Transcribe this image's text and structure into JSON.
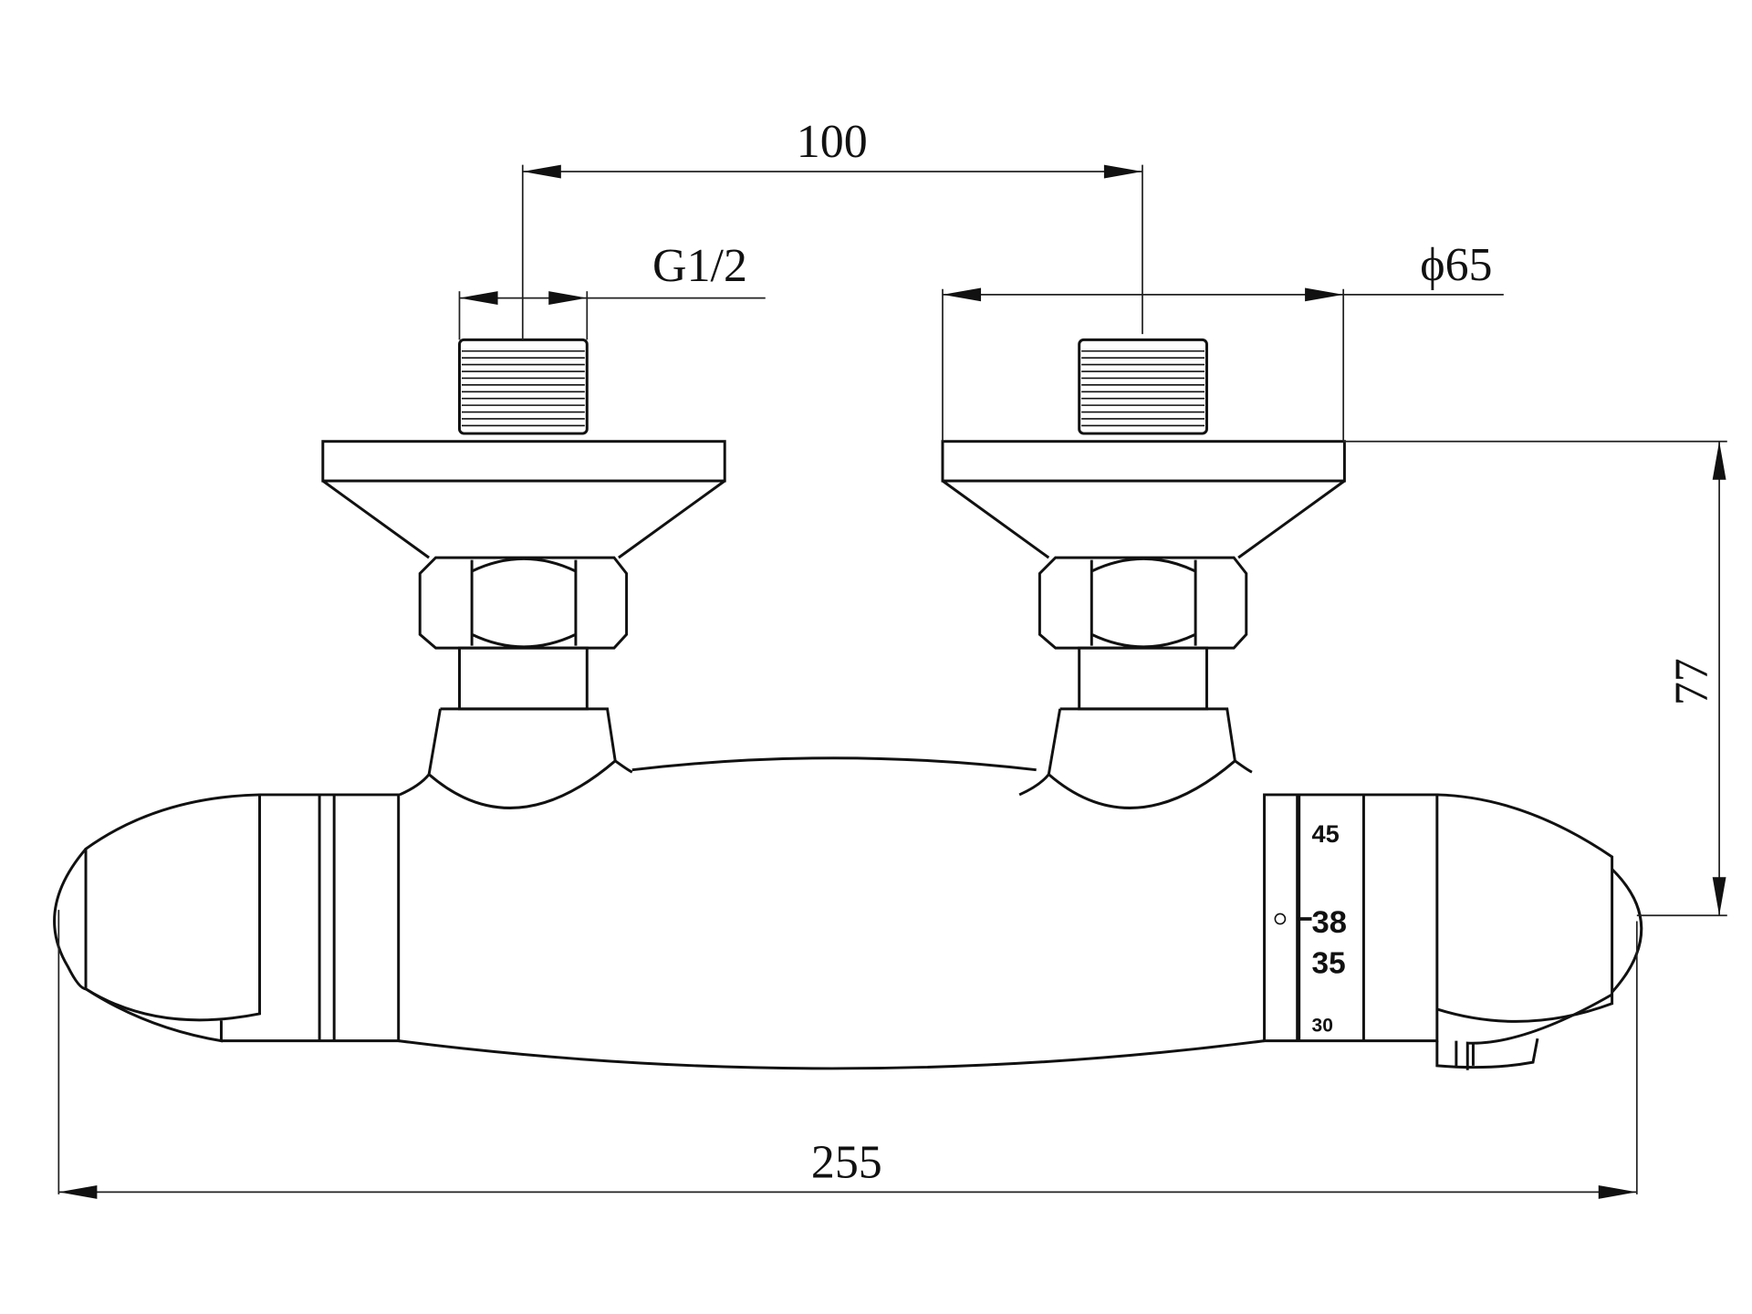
{
  "drawing": {
    "dimensions": {
      "inlet_spacing": "100",
      "thread_size": "G1/2",
      "flange_diameter": "ϕ65",
      "height": "77",
      "overall_length": "255"
    },
    "temperature_scale": [
      "45",
      "38",
      "35",
      "30"
    ]
  }
}
